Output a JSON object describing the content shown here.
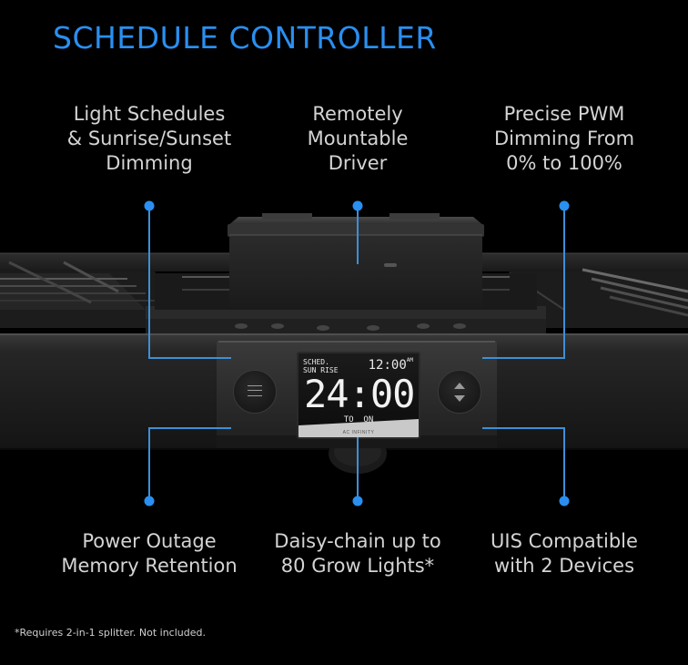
{
  "title": "SCHEDULE CONTROLLER",
  "features": {
    "top_left": "Light Schedules\n& Sunrise/Sunset\nDimming",
    "top_center": "Remotely\nMountable\nDriver",
    "top_right": "Precise PWM\nDimming From\n0% to 100%",
    "bottom_left": "Power Outage\nMemory Retention",
    "bottom_center": "Daisy-chain up to\n80 Grow Lights*",
    "bottom_right": "UIS Compatible\nwith 2 Devices"
  },
  "display": {
    "mode_line1": "SCHED.",
    "mode_line2": "SUN RISE",
    "clock": "12:00",
    "clock_suffix": "AM",
    "main_time": "24:00",
    "status": "TO  ON",
    "brand": "AC INFINITY"
  },
  "footnote": "*Requires 2-in-1 splitter. Not included.",
  "colors": {
    "accent": "#2a8ff0",
    "callout_line": "#3d8fd8",
    "background": "#000000"
  },
  "icons": {
    "menu": "menu-icon",
    "up": "arrow-up-icon",
    "down": "arrow-down-icon"
  }
}
